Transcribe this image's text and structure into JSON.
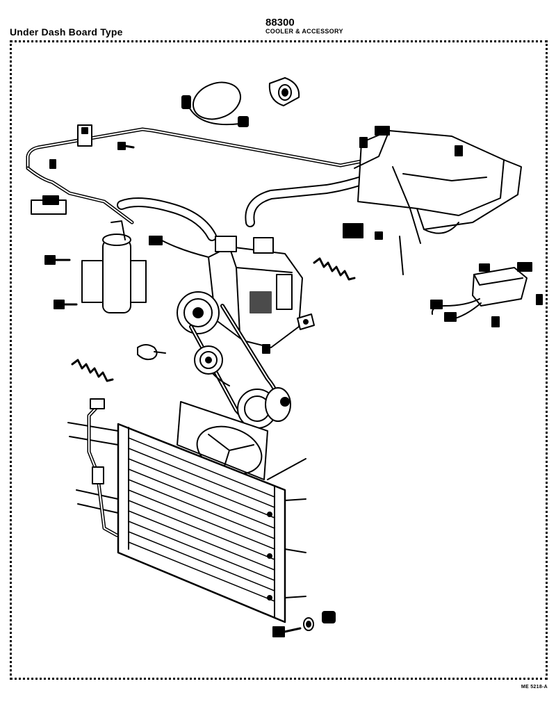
{
  "header": {
    "section_title": "Under Dash Board Type",
    "group_code": "88300",
    "group_name": "COOLER & ACCESSORY"
  },
  "footer": {
    "drawing_ref": "ME 5218-A"
  },
  "icons": {
    "frame": "dotted-border",
    "parts": [
      "wire-harness-loop",
      "grommet",
      "refrigerant-pipe",
      "receiver-drier",
      "compressor",
      "v-belt",
      "idler-pulley",
      "evaporator-unit",
      "relay-module",
      "condenser",
      "cooling-fan",
      "bolt",
      "washer",
      "nut",
      "clamp",
      "coil-spring"
    ]
  }
}
